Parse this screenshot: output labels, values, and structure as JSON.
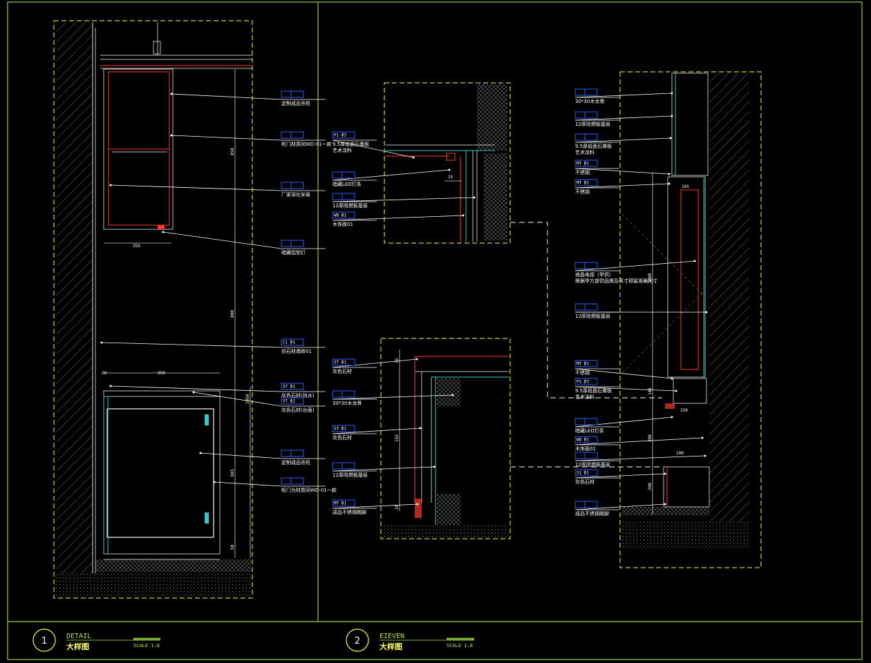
{
  "colors": {
    "background": "#000000",
    "frame": "#7fb03a",
    "dashed": "#ffff3c",
    "leader": "#ffffff",
    "tag_box": "#2b5cff",
    "section_red": "#ff3a2a",
    "section_cyan": "#35c7c7",
    "hatch": "#7a7a7a"
  },
  "detail1": {
    "number": "1",
    "title_en": "DETAIL",
    "title_cn": "大样图",
    "scale": "SCALE 1:8",
    "labels": [
      {
        "code": "",
        "text": "定制成品吊柜"
      },
      {
        "code": "",
        "text": "柜门材质同WD-01一款"
      },
      {
        "code": "",
        "text": "厂家深化安装"
      },
      {
        "code": "",
        "text": "暗藏铝型灯"
      },
      {
        "code": "C1 01",
        "text": "仿石材墙砖01"
      },
      {
        "code": "ST 01",
        "text": "灰色石材(挡水)"
      },
      {
        "code": "ST 01",
        "text": "灰色石材(台面)"
      },
      {
        "code": "",
        "text": "定制成品吊柜"
      },
      {
        "code": "",
        "text": "柜门为材质同WD-01一款"
      }
    ],
    "dims": [
      "850",
      "800",
      "350",
      "20",
      "350",
      "2050",
      "665",
      "50"
    ]
  },
  "detail2": {
    "number": "2",
    "title_en": "EIEVEN",
    "title_cn": "大样图",
    "scale": "SCALE 1:8",
    "top_labels": [
      {
        "code": "P1 03",
        "text": "9.5厚纸面石膏板 艺术涂料"
      },
      {
        "code": "",
        "text": "暗藏LED灯条"
      },
      {
        "code": "",
        "text": "12厚阻燃板基层"
      },
      {
        "code": "WD 01",
        "text": "木饰面01"
      }
    ],
    "top_dims": [
      "15"
    ],
    "bottom_labels": [
      {
        "code": "ST 01",
        "text": "灰色石材"
      },
      {
        "code": "",
        "text": "30*30木龙骨"
      },
      {
        "code": "ST 01",
        "text": "灰色石材"
      },
      {
        "code": "",
        "text": "12厚阻燃板基层"
      },
      {
        "code": "MT 01",
        "text": "成品不锈钢踢脚"
      }
    ],
    "bottom_dims": [
      "15",
      "155",
      "20"
    ],
    "right_labels": [
      {
        "code": "",
        "text": "30*30木龙骨"
      },
      {
        "code": "",
        "text": "12厚阻燃板基层"
      },
      {
        "code": "",
        "text": "9.5厚纸面石膏板 艺术涂料"
      },
      {
        "code": "MT 01",
        "text": "不锈钢"
      },
      {
        "code": "MT 01",
        "text": "不锈钢"
      },
      {
        "code": "",
        "text": "液晶电视（甲供） 根据甲方提供品牌及英寸预留准确尺寸"
      },
      {
        "code": "",
        "text": "12厚阻燃板基层"
      },
      {
        "code": "MT 01",
        "text": "不锈钢"
      },
      {
        "code": "P1 03",
        "text": "9.5厚纸面石膏板 艺术涂料"
      },
      {
        "code": "",
        "text": "暗藏LED灯条"
      },
      {
        "code": "WD 01",
        "text": "木饰面01"
      },
      {
        "code": "",
        "text": "12厚阻燃板基层"
      },
      {
        "code": "S1 01",
        "text": "灰色石材"
      },
      {
        "code": "",
        "text": "成品不锈钢踢脚"
      }
    ],
    "right_dims": [
      "165",
      "1000",
      "145",
      "150",
      "300",
      "190",
      "200"
    ]
  }
}
